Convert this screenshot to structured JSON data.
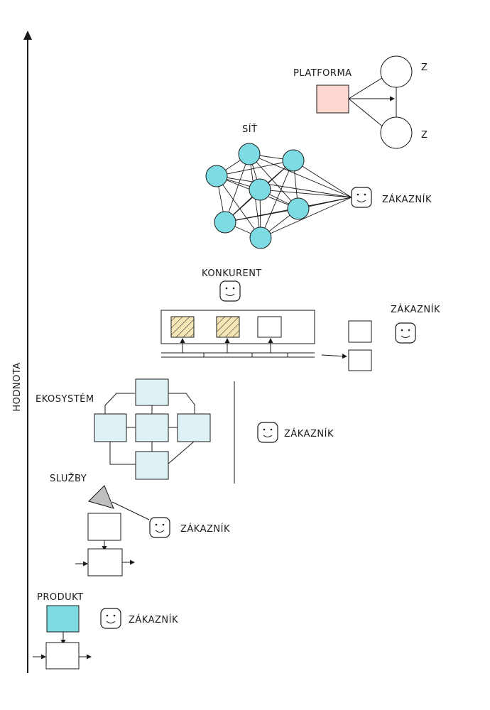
{
  "axis": {
    "label": "HODNOTA"
  },
  "colors": {
    "teal": "#7ddce3",
    "light_blue": "#dff3f7",
    "pink": "#fdd6cf",
    "hatch": "#f5e6b8",
    "gray": "#bfbfbf",
    "stroke": "#1a1a1a"
  },
  "levels": {
    "produkt": {
      "title": "PRODUKT",
      "customer": "ZÁKAZNÍK"
    },
    "sluzby": {
      "title": "SLUŽBY",
      "customer": "ZÁKAZNÍK"
    },
    "ekosystem": {
      "title": "EKOSYSTÉM",
      "customer": "ZÁKAZNÍK"
    },
    "konkurent": {
      "title": "KONKURENT",
      "customer": "ZÁKAZNÍK"
    },
    "sit": {
      "title": "SÍŤ",
      "customer": "ZÁKAZNÍK"
    },
    "platforma": {
      "title": "PLATFORMA",
      "node_top": "Z",
      "node_bottom": "Z"
    }
  }
}
